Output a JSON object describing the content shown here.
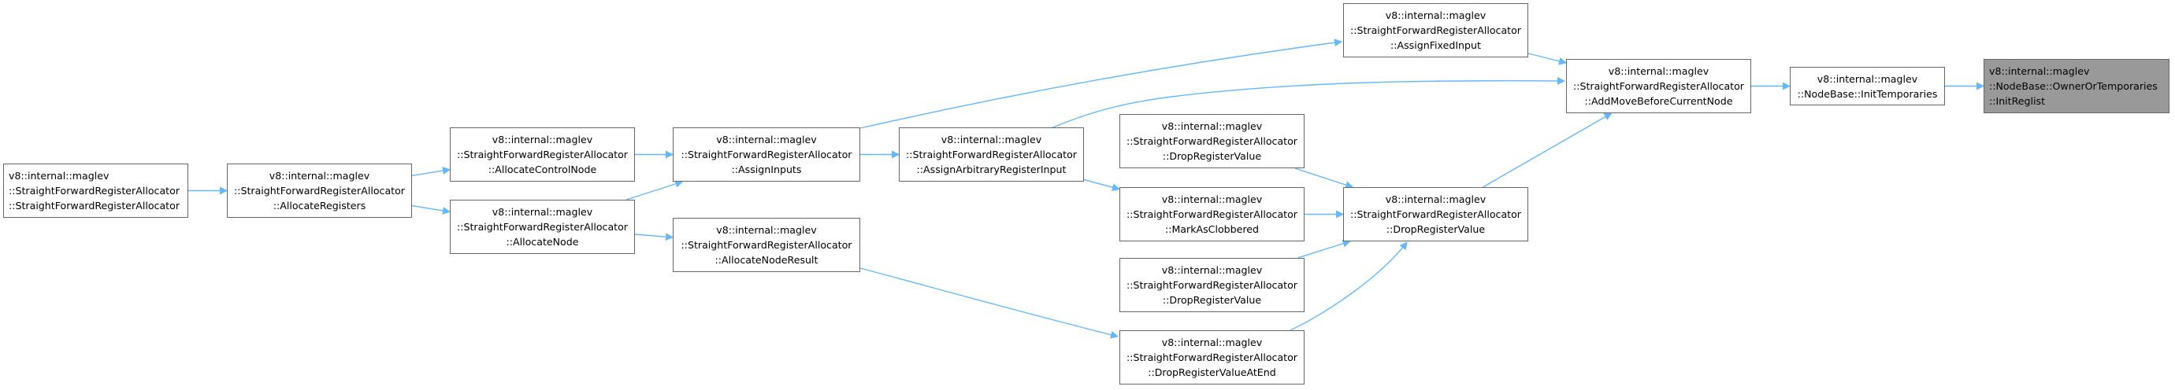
{
  "colors": {
    "edge": "#63b8ff",
    "node_border": "#666666",
    "highlight_fill": "#999999"
  },
  "nodes": [
    {
      "id": "n_init_reglist",
      "lines": [
        "v8::internal::maglev",
        "::NodeBase::OwnerOrTemporaries",
        "::InitReglist"
      ],
      "highlight": true
    },
    {
      "id": "n_init_temporaries",
      "lines": [
        "v8::internal::maglev",
        "::NodeBase::InitTemporaries"
      ]
    },
    {
      "id": "n_add_move",
      "lines": [
        "v8::internal::maglev",
        "::StraightForwardRegisterAllocator",
        "::AddMoveBeforeCurrentNode"
      ]
    },
    {
      "id": "n_assign_fixed",
      "lines": [
        "v8::internal::maglev",
        "::StraightForwardRegisterAllocator",
        "::AssignFixedInput"
      ]
    },
    {
      "id": "n_drop_reg",
      "lines": [
        "v8::internal::maglev",
        "::StraightForwardRegisterAllocator",
        "::DropRegisterValue"
      ]
    },
    {
      "id": "n_assign_inputs",
      "lines": [
        "v8::internal::maglev",
        "::StraightForwardRegisterAllocator",
        "::AssignInputs"
      ]
    },
    {
      "id": "n_assign_arbitrary",
      "lines": [
        "v8::internal::maglev",
        "::StraightForwardRegisterAllocator",
        "::AssignArbitraryRegisterInput"
      ]
    },
    {
      "id": "n_drop_reg_a",
      "lines": [
        "v8::internal::maglev",
        "::StraightForwardRegisterAllocator",
        "::DropRegisterValue"
      ]
    },
    {
      "id": "n_mark_clobbered",
      "lines": [
        "v8::internal::maglev",
        "::StraightForwardRegisterAllocator",
        "::MarkAsClobbered"
      ]
    },
    {
      "id": "n_drop_reg_b",
      "lines": [
        "v8::internal::maglev",
        "::StraightForwardRegisterAllocator",
        "::DropRegisterValue"
      ]
    },
    {
      "id": "n_drop_at_end",
      "lines": [
        "v8::internal::maglev",
        "::StraightForwardRegisterAllocator",
        "::DropRegisterValueAtEnd"
      ]
    },
    {
      "id": "n_alloc_control",
      "lines": [
        "v8::internal::maglev",
        "::StraightForwardRegisterAllocator",
        "::AllocateControlNode"
      ]
    },
    {
      "id": "n_alloc_node",
      "lines": [
        "v8::internal::maglev",
        "::StraightForwardRegisterAllocator",
        "::AllocateNode"
      ]
    },
    {
      "id": "n_alloc_result",
      "lines": [
        "v8::internal::maglev",
        "::StraightForwardRegisterAllocator",
        "::AllocateNodeResult"
      ]
    },
    {
      "id": "n_alloc_regs",
      "lines": [
        "v8::internal::maglev",
        "::StraightForwardRegisterAllocator",
        "::AllocateRegisters"
      ]
    },
    {
      "id": "n_ctor",
      "lines": [
        "v8::internal::maglev",
        "::StraightForwardRegisterAllocator",
        "::StraightForwardRegisterAllocator"
      ]
    }
  ],
  "edges": [
    {
      "from": "n_init_temporaries",
      "to": "n_init_reglist"
    },
    {
      "from": "n_add_move",
      "to": "n_init_temporaries"
    },
    {
      "from": "n_assign_fixed",
      "to": "n_add_move"
    },
    {
      "from": "n_drop_reg",
      "to": "n_add_move"
    },
    {
      "from": "n_assign_arbitrary",
      "to": "n_add_move"
    },
    {
      "from": "n_assign_inputs",
      "to": "n_assign_fixed"
    },
    {
      "from": "n_assign_inputs",
      "to": "n_assign_arbitrary"
    },
    {
      "from": "n_drop_reg_a",
      "to": "n_drop_reg"
    },
    {
      "from": "n_mark_clobbered",
      "to": "n_drop_reg"
    },
    {
      "from": "n_drop_reg_b",
      "to": "n_drop_reg"
    },
    {
      "from": "n_drop_at_end",
      "to": "n_drop_reg"
    },
    {
      "from": "n_assign_arbitrary",
      "to": "n_mark_clobbered"
    },
    {
      "from": "n_alloc_result",
      "to": "n_drop_at_end"
    },
    {
      "from": "n_alloc_control",
      "to": "n_assign_inputs"
    },
    {
      "from": "n_alloc_node",
      "to": "n_assign_inputs"
    },
    {
      "from": "n_alloc_node",
      "to": "n_alloc_result"
    },
    {
      "from": "n_alloc_regs",
      "to": "n_alloc_control"
    },
    {
      "from": "n_alloc_regs",
      "to": "n_alloc_node"
    },
    {
      "from": "n_ctor",
      "to": "n_alloc_regs"
    }
  ]
}
